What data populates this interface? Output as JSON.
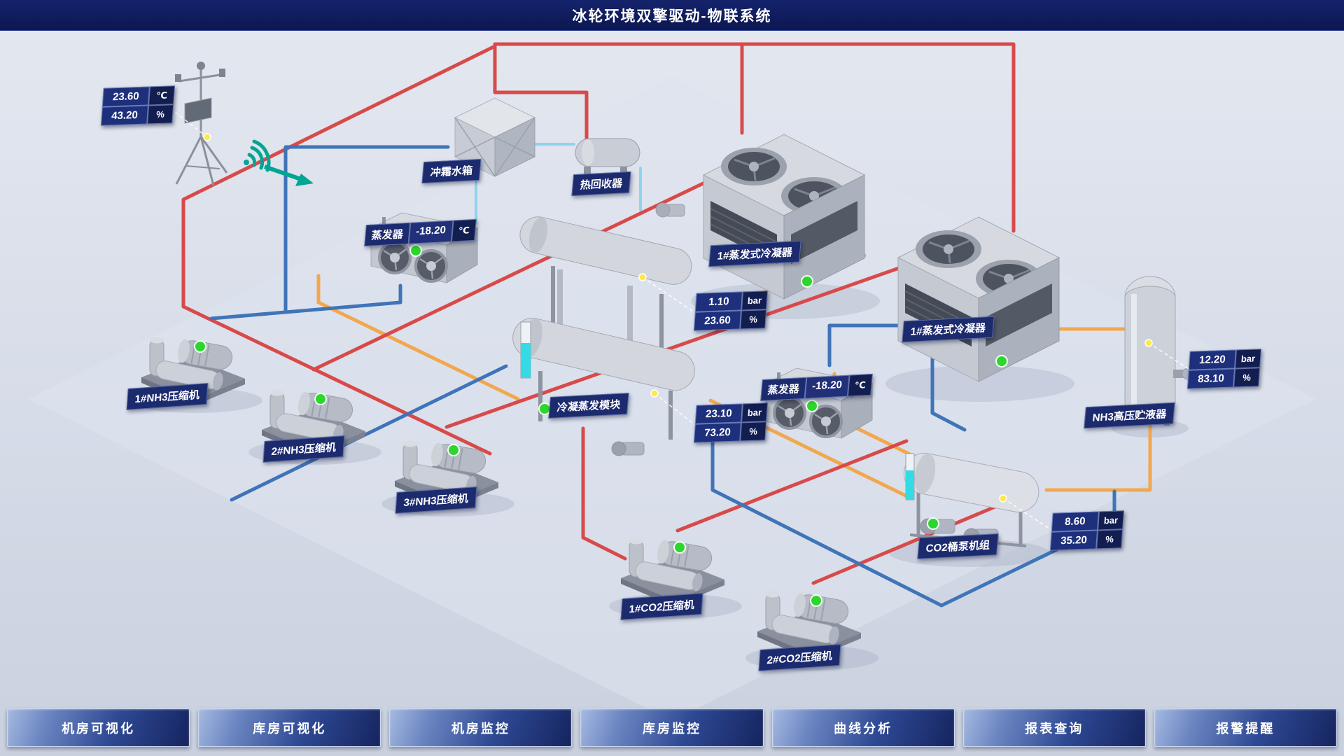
{
  "header": {
    "title": "冰轮环境双擎驱动-物联系统"
  },
  "weather_station": {
    "rows": [
      {
        "value": "23.60",
        "unit": "℃"
      },
      {
        "value": "43.20",
        "unit": "%"
      }
    ]
  },
  "equipment": {
    "defrost_tank": {
      "label": "冲霜水箱"
    },
    "heat_recovery": {
      "label": "热回收器"
    },
    "evaporator_left": {
      "label": "蒸发器",
      "temp": "-18.20",
      "temp_unit": "℃"
    },
    "condenser_1": {
      "label": "1#蒸发式冷凝器"
    },
    "condenser_2": {
      "label": "1#蒸发式冷凝器"
    },
    "cascade_module": {
      "label": "冷凝蒸发模块",
      "gauge_top": {
        "rows": [
          {
            "value": "1.10",
            "unit": "bar"
          },
          {
            "value": "23.60",
            "unit": "%"
          }
        ]
      },
      "gauge_bottom": {
        "rows": [
          {
            "value": "23.10",
            "unit": "bar"
          },
          {
            "value": "73.20",
            "unit": "%"
          }
        ]
      }
    },
    "evaporator_right": {
      "label": "蒸发器",
      "temp": "-18.20",
      "temp_unit": "℃"
    },
    "nh3_compressor_1": {
      "label": "1#NH3压缩机"
    },
    "nh3_compressor_2": {
      "label": "2#NH3压缩机"
    },
    "nh3_compressor_3": {
      "label": "3#NH3压缩机"
    },
    "nh3_receiver": {
      "label": "NH3高压贮液器",
      "gauge": {
        "rows": [
          {
            "value": "12.20",
            "unit": "bar"
          },
          {
            "value": "83.10",
            "unit": "%"
          }
        ]
      }
    },
    "co2_pump_unit": {
      "label": "CO2桶泵机组",
      "gauge": {
        "rows": [
          {
            "value": "8.60",
            "unit": "bar"
          },
          {
            "value": "35.20",
            "unit": "%"
          }
        ]
      }
    },
    "co2_compressor_1": {
      "label": "1#CO2压缩机"
    },
    "co2_compressor_2": {
      "label": "2#CO2压缩机"
    }
  },
  "nav": {
    "items": [
      {
        "label": "机房可视化"
      },
      {
        "label": "库房可视化"
      },
      {
        "label": "机房监控"
      },
      {
        "label": "库房监控"
      },
      {
        "label": "曲线分析"
      },
      {
        "label": "报表查询"
      },
      {
        "label": "报警提醒"
      }
    ]
  },
  "colors": {
    "pipe_hot": "#d84a4a",
    "pipe_suction": "#3f74b8",
    "pipe_liquid": "#f2a74e",
    "pipe_water": "#8ed3ee",
    "status_ok": "#2ed52e",
    "sensor_dot": "#ffe84a",
    "badge_navy": "#1c2a6e"
  }
}
